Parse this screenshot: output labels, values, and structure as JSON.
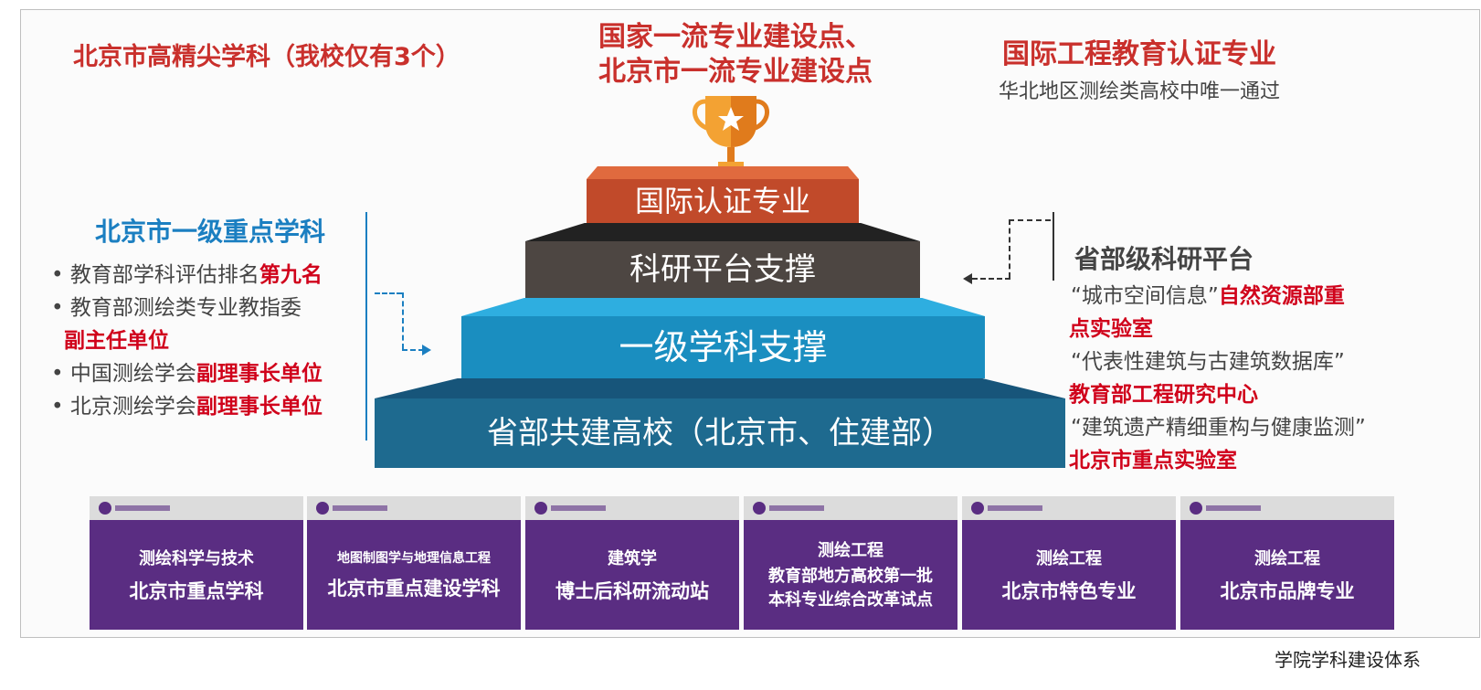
{
  "top": {
    "left_title": "北京市高精尖学科（我校仅有3个）",
    "center_line1": "国家一流专业建设点、",
    "center_line2": "北京市一流专业建设点",
    "right_title": "国际工程教育认证专业",
    "right_sub": "华北地区测绘类高校中唯一通过"
  },
  "pyramid": {
    "level1": "国际认证专业",
    "level2": "科研平台支撑",
    "level3": "一级学科支撑",
    "level4": "省部共建高校（北京市、住建部）"
  },
  "left": {
    "title": "北京市一级重点学科",
    "items": [
      {
        "bullet": "•",
        "text": "教育部学科评估排名",
        "hl": "第九名"
      },
      {
        "bullet": "•",
        "text": "教育部测绘类专业教指委",
        "hl": ""
      },
      {
        "bullet": "",
        "text": "",
        "hl": "副主任单位"
      },
      {
        "bullet": "•",
        "text": "中国测绘学会",
        "hl": "副理事长单位"
      },
      {
        "bullet": "•",
        "text": "北京测绘学会",
        "hl": "副理事长单位"
      }
    ]
  },
  "right": {
    "title": "省部级科研平台",
    "line1": "“城市空间信息”",
    "line1_hl": "自然资源部重",
    "line2_hl": "点实验室",
    "line3": "“代表性建筑与古建筑数据库”",
    "line4_hl": "教育部工程研究中心",
    "line5": "“建筑遗产精细重构与健康监测”",
    "line6_hl": "北京市重点实验室"
  },
  "cards": [
    {
      "line1": "测绘科学与技术",
      "line2": "北京市重点学科",
      "style": "normal"
    },
    {
      "line1": "地图制图学与地理信息工程",
      "line2": "北京市重点建设学科",
      "style": "small"
    },
    {
      "line1": "建筑学",
      "line2": "博士后科研流动站",
      "style": "normal"
    },
    {
      "line1": "测绘工程",
      "line2": "教育部地方高校第一批",
      "line3": "本科专业综合改革试点",
      "style": "three"
    },
    {
      "line1": "测绘工程",
      "line2": "北京市特色专业",
      "style": "normal"
    },
    {
      "line1": "测绘工程",
      "line2": "北京市品牌专业",
      "style": "normal"
    }
  ],
  "footer": "学院学科建设体系",
  "colors": {
    "red": "#c9302c",
    "blue": "#1b7fc1",
    "purple": "#5a2d82",
    "step1": "#c14a2a",
    "step2": "#4d4642",
    "step3": "#1a8ec0",
    "step4": "#1e6a8f"
  },
  "icons": [
    "trophy-icon",
    "university-logo-icon"
  ]
}
